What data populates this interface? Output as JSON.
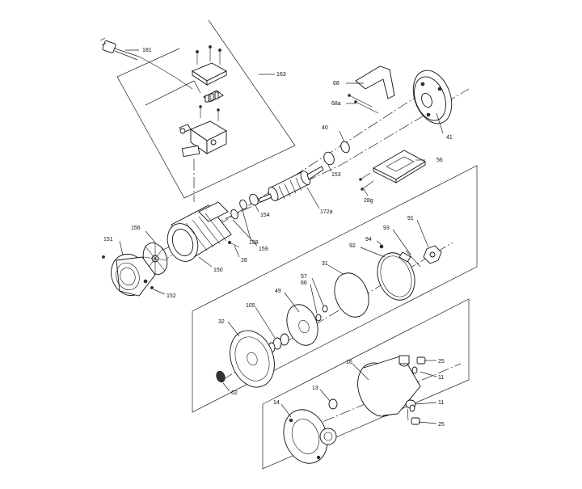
{
  "callouts": [
    {
      "id": "c181",
      "text": "181"
    },
    {
      "id": "c163",
      "text": "163"
    },
    {
      "id": "c68",
      "text": "68"
    },
    {
      "id": "c68a",
      "text": "68a"
    },
    {
      "id": "c40",
      "text": "40"
    },
    {
      "id": "c41",
      "text": "41"
    },
    {
      "id": "c153",
      "text": "153"
    },
    {
      "id": "c56",
      "text": "56"
    },
    {
      "id": "c28g",
      "text": "28g"
    },
    {
      "id": "c172a",
      "text": "172a"
    },
    {
      "id": "c154",
      "text": "154"
    },
    {
      "id": "c156",
      "text": "156"
    },
    {
      "id": "c158",
      "text": "158"
    },
    {
      "id": "c151",
      "text": "151"
    },
    {
      "id": "c159",
      "text": "159"
    },
    {
      "id": "c28",
      "text": "28"
    },
    {
      "id": "c150",
      "text": "150"
    },
    {
      "id": "c152",
      "text": "152"
    },
    {
      "id": "c94",
      "text": "94"
    },
    {
      "id": "c93",
      "text": "93"
    },
    {
      "id": "c91",
      "text": "91"
    },
    {
      "id": "c92",
      "text": "92"
    },
    {
      "id": "c57",
      "text": "57"
    },
    {
      "id": "c31",
      "text": "31"
    },
    {
      "id": "c49",
      "text": "49"
    },
    {
      "id": "c66",
      "text": "66"
    },
    {
      "id": "c105",
      "text": "105"
    },
    {
      "id": "c32",
      "text": "32"
    },
    {
      "id": "c25a",
      "text": "25"
    },
    {
      "id": "c16",
      "text": "16"
    },
    {
      "id": "c11a",
      "text": "11"
    },
    {
      "id": "c62",
      "text": "62"
    },
    {
      "id": "c13",
      "text": "13"
    },
    {
      "id": "c11b",
      "text": "11"
    },
    {
      "id": "c14",
      "text": "14"
    },
    {
      "id": "c25b",
      "text": "25"
    }
  ]
}
